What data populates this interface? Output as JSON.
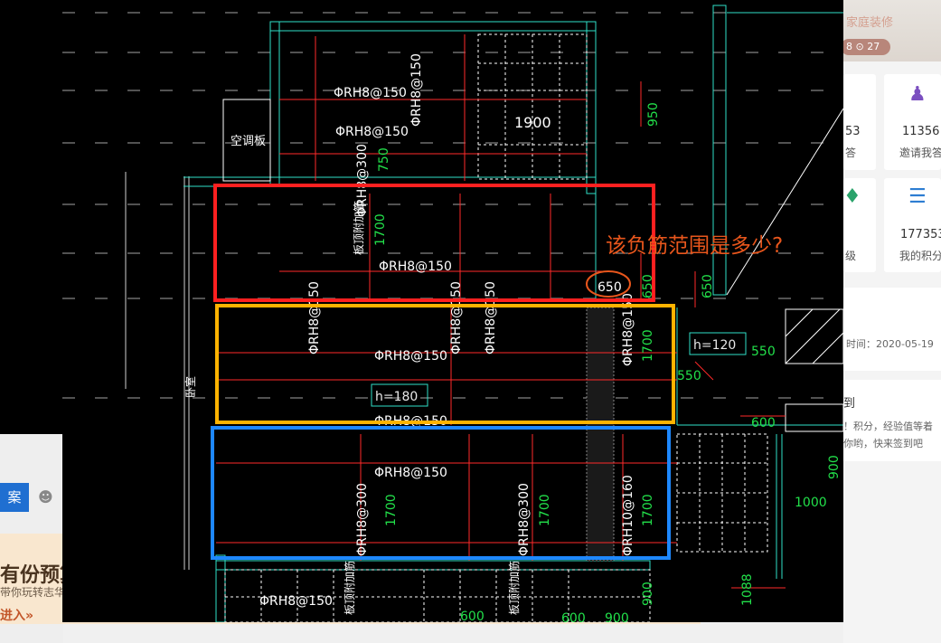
{
  "background_page": {
    "answer_button": "案",
    "banner_title": "有份预算",
    "banner_sub": "带你玩转志华",
    "banner_enter": "进入»",
    "top_banner_text": "家庭装修",
    "top_pill": "8 ⊙ 27",
    "stats": [
      {
        "num": "53",
        "label": "答"
      },
      {
        "num": "11356",
        "label": "邀请我答"
      },
      {
        "num": "",
        "label": "级"
      },
      {
        "num": "177353",
        "label": "我的积分"
      }
    ],
    "time_label": "时间：2020-05-19",
    "sign_title": "到",
    "sign_line1": "！积分，经验值等着",
    "sign_line2": "你哟，快来签到吧"
  },
  "cad": {
    "question": "该负筋范围是多少?",
    "rebar_labels": [
      "ΦRH8@150",
      "ΦRH8@150",
      "ΦRH8@150",
      "ΦRH8@150",
      "ΦRH8@150",
      "ΦRH8@150",
      "ΦRH8@150",
      "ΦRH8@150",
      "ΦRH8@150",
      "ΦRH8@150",
      "ΦRH8@150",
      "ΦRH8@300",
      "ΦRH8@300",
      "ΦRH8@300",
      "ΦRH10@160",
      "ΦRH8@150"
    ],
    "dimensions": [
      "1900",
      "950",
      "750",
      "1700",
      "650",
      "650",
      "650",
      "1700",
      "550",
      "550",
      "600",
      "1700",
      "1700",
      "1700",
      "900",
      "1000",
      "900",
      "1088",
      "600",
      "600",
      "900"
    ],
    "heights": [
      "h=120",
      "h=180"
    ],
    "room_label": "空调板",
    "side_label": "卧室",
    "note_label": "板顶附加筋",
    "colors": {
      "red_box": "#ff2020",
      "orange_box": "#ffb300",
      "blue_box": "#1e88ff",
      "question": "#e8561c"
    }
  }
}
